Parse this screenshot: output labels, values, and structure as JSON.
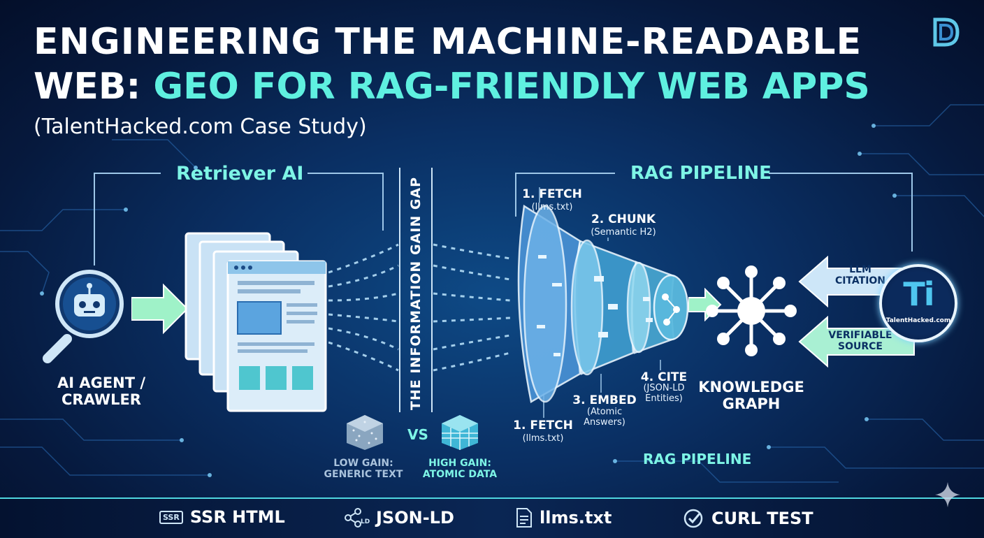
{
  "title": {
    "line1": "ENGINEERING THE MACHINE-READABLE",
    "line2_white": "WEB: ",
    "line2_cyan": "GEO FOR RAG-FRIENDLY WEB APPS",
    "subtitle": "(TalentHacked.com Case Study)"
  },
  "logo": {
    "letter": "D"
  },
  "retriever": {
    "label": "Retriever AI",
    "agent_line1": "AI AGENT /",
    "agent_line2": "CRAWLER"
  },
  "gap": {
    "label": "THE INFORMATION GAIN GAP",
    "vs": "VS",
    "low_line1": "LOW GAIN:",
    "low_line2": "GENERIC TEXT",
    "high_line1": "HIGH GAIN:",
    "high_line2": "ATOMIC DATA"
  },
  "pipeline": {
    "label_top": "RAG PIPELINE",
    "label_bottom": "RAG PIPELINE",
    "fetch_top": "1. FETCH",
    "fetch_top_sub": "(llms.txt)",
    "chunk": "2. CHUNK",
    "chunk_sub": "(Semantic H2)",
    "fetch_bottom": "1. FETCH",
    "fetch_bottom_sub": "(llms.txt)",
    "embed": "3. EMBED",
    "embed_sub1": "(Atomic",
    "embed_sub2": "Answers)",
    "cite": "4. CITE",
    "cite_sub1": "(JSON-LD",
    "cite_sub2": "Entities)"
  },
  "knowledge": {
    "line1": "KNOWLEDGE",
    "line2": "GRAPH"
  },
  "citation": {
    "llm_line1": "LLM",
    "llm_line2": "CITATION",
    "src_line1": "VERIFIABLE",
    "src_line2": "SOURCE",
    "brand_mark": "Ti",
    "brand_name": "TalentHacked.com"
  },
  "bottom_bar": {
    "items": [
      {
        "icon": "ssr-icon",
        "badge": "SSR",
        "label": "SSR HTML"
      },
      {
        "icon": "json-ld-icon",
        "badge": "LD",
        "label": "JSON-LD"
      },
      {
        "icon": "document-icon",
        "badge": "",
        "label": "llms.txt"
      },
      {
        "icon": "check-icon",
        "badge": "",
        "label": "CURL TEST"
      }
    ]
  },
  "colors": {
    "accent": "#5ff0e0",
    "background": "#0a2f63",
    "panel": "#cfe6f7"
  }
}
